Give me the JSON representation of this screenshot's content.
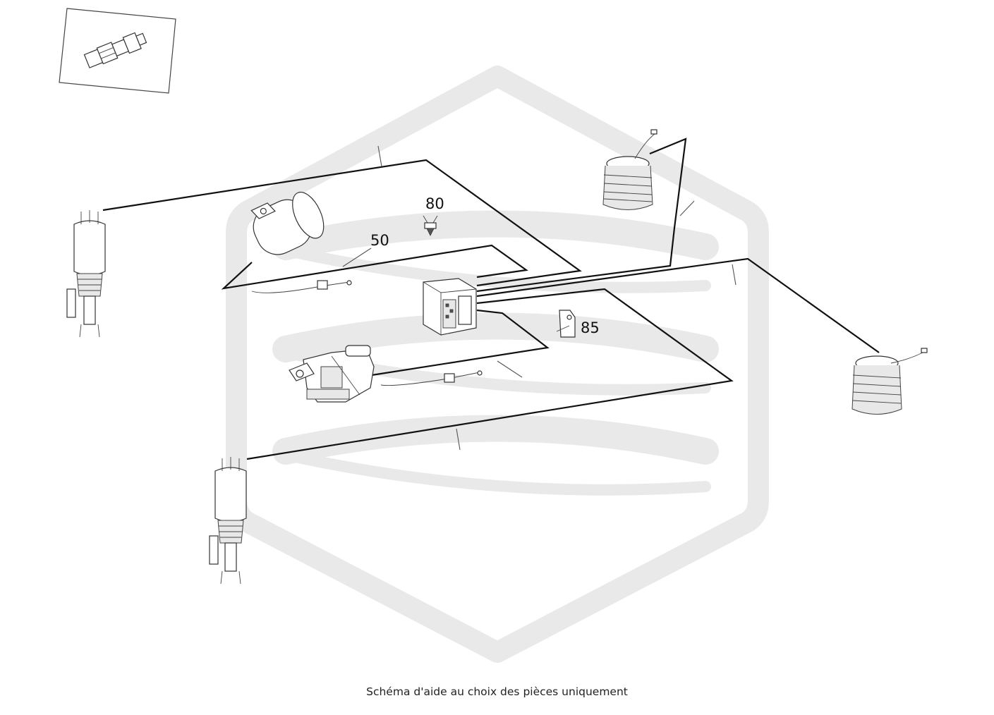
{
  "diagram": {
    "callouts": [
      {
        "id": "c50",
        "label": "50"
      },
      {
        "id": "c80",
        "label": "80"
      },
      {
        "id": "c85",
        "label": "85"
      }
    ],
    "caption": "Schéma d'aide au choix des pièces uniquement",
    "colors": {
      "line": "#111111",
      "watermark": "#e9e9e9",
      "part_stroke": "#333333",
      "background": "#ffffff"
    },
    "icons": {
      "watermark": "hexagon-logo-watermark",
      "inset_part": "pipe-connector-icon",
      "front_left": "front-air-strut-icon",
      "front_right": "front-air-strut-icon",
      "rear_left": "rear-air-spring-icon",
      "rear_right": "rear-air-spring-icon",
      "reservoir": "pressure-reservoir-icon",
      "valve_block": "valve-block-icon",
      "compressor": "air-compressor-icon",
      "clip": "clip-icon",
      "bracket": "holder-bracket-icon"
    }
  }
}
